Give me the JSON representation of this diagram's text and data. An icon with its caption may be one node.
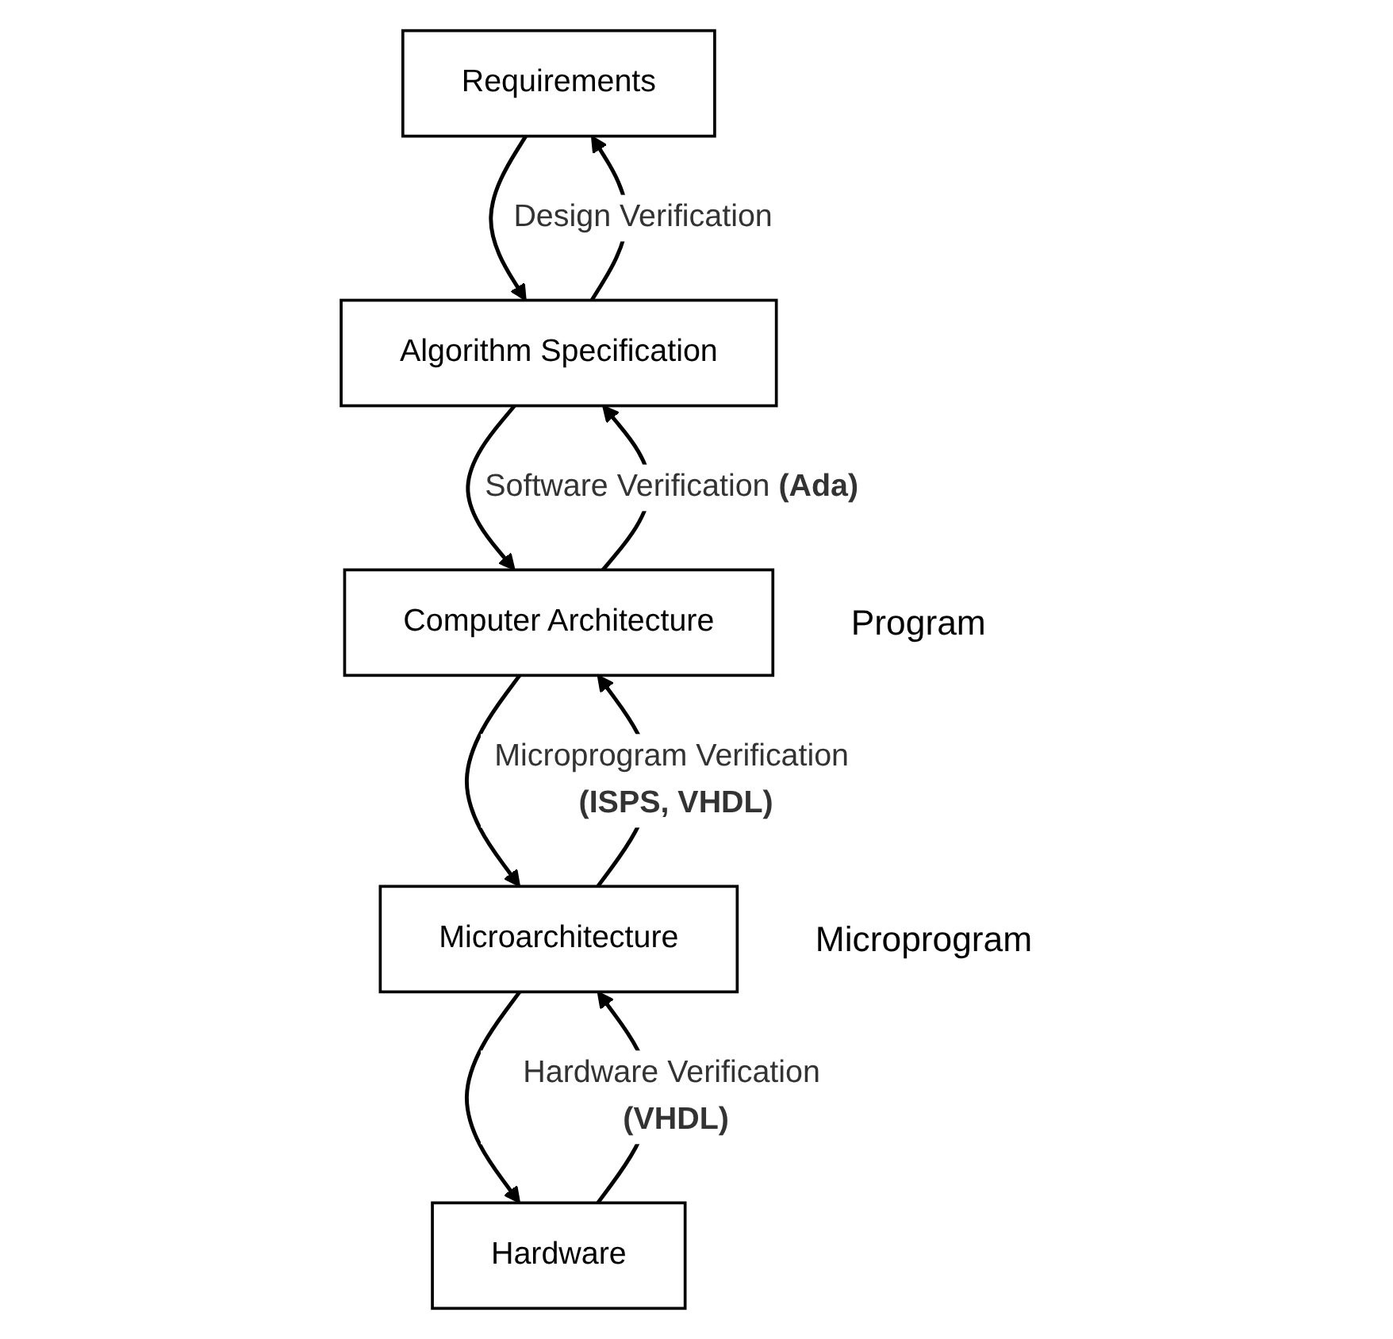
{
  "diagram": {
    "nodes": [
      {
        "text": [
          "Requirements"
        ]
      },
      {
        "text": [
          "Algorithm Specification"
        ]
      },
      {
        "text": [
          "Computer Architecture"
        ],
        "beside": [
          "Program"
        ]
      },
      {
        "text": [
          "Microarchitecture"
        ],
        "beside": [
          "Microprogram"
        ]
      },
      {
        "text": [
          "Hardware"
        ]
      }
    ],
    "edges": [
      {
        "from": 0,
        "to": 1,
        "arrow": "to"
      },
      {
        "from": 1,
        "to": 2,
        "arrow": "to"
      },
      {
        "from": 2,
        "to": 3,
        "arrow": "to"
      },
      {
        "from": 3,
        "to": 4,
        "arrow": "to"
      },
      {
        "from": 1,
        "to": 0,
        "arrow": "to",
        "label": "Design Verification"
      },
      {
        "from": 2,
        "to": 1,
        "arrow": "to",
        "label": "Software Verification **(Ada)**"
      },
      {
        "from": 3,
        "to": 2,
        "arrow": "to",
        "label": "Microprogram Verification **(ISPS, VHDL)**"
      },
      {
        "from": 4,
        "to": 3,
        "arrow": "to",
        "label": "Hardware Verification **(VHDL)**"
      }
    ]
  }
}
